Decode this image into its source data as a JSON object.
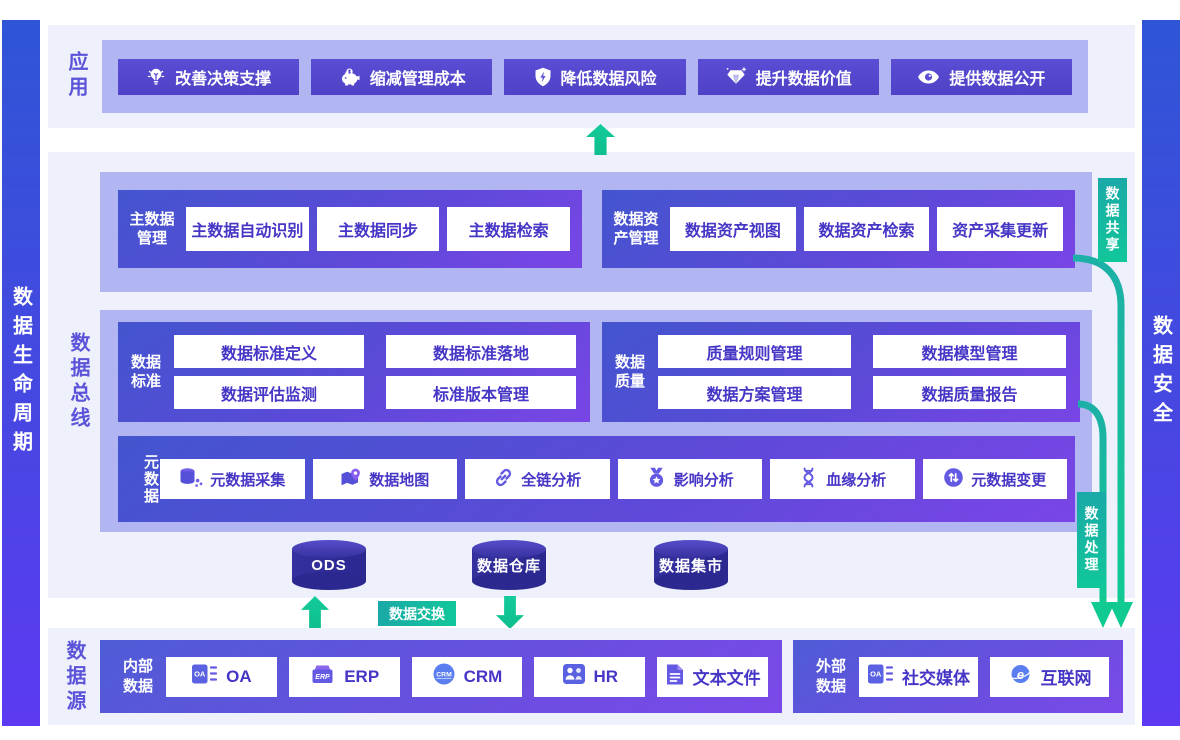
{
  "sidebars": {
    "left_label": "数据生命周期",
    "right_label": "数据安全"
  },
  "app": {
    "section_label": "应用",
    "buttons": [
      {
        "icon": "bulb-icon",
        "label": "改善决策支撑"
      },
      {
        "icon": "piggy-bank-icon",
        "label": "缩减管理成本"
      },
      {
        "icon": "shield-bolt-icon",
        "label": "降低数据风险"
      },
      {
        "icon": "diamond-icon",
        "label": "提升数据价值"
      },
      {
        "icon": "eye-icon",
        "label": "提供数据公开"
      }
    ]
  },
  "flows": {
    "share_tag": "数据共享",
    "process_tag": "数据处理",
    "exchange_tag": "数据交换"
  },
  "mid": {
    "bus_label": "数据总线",
    "master": {
      "label_line1": "主数据",
      "label_line2": "管理",
      "cards": [
        "主数据自动识别",
        "主数据同步",
        "主数据检索"
      ]
    },
    "asset": {
      "label_line1": "数据资",
      "label_line2": "产管理",
      "cards": [
        "数据资产视图",
        "数据资产检索",
        "资产采集更新"
      ]
    },
    "standard": {
      "label_line1": "数据",
      "label_line2": "标准",
      "cards": [
        "数据标准定义",
        "数据标准落地",
        "数据评估监测",
        "标准版本管理"
      ]
    },
    "quality": {
      "label_line1": "数据",
      "label_line2": "质量",
      "cards": [
        "质量规则管理",
        "数据模型管理",
        "数据方案管理",
        "数据质量报告"
      ]
    },
    "meta": {
      "label": "元数据",
      "cards": [
        {
          "icon": "database-scatter-icon",
          "label": "元数据采集"
        },
        {
          "icon": "map-pin-icon",
          "label": "数据地图"
        },
        {
          "icon": "chain-link-icon",
          "label": "全链分析"
        },
        {
          "icon": "medal-star-icon",
          "label": "影响分析"
        },
        {
          "icon": "dna-icon",
          "label": "血缘分析"
        },
        {
          "icon": "circle-change-icon",
          "label": "元数据变更"
        }
      ]
    },
    "storage": [
      "ODS",
      "数据仓库",
      "数据集市"
    ]
  },
  "source": {
    "section_label": "数据源",
    "internal": {
      "label_line1": "内部",
      "label_line2": "数据",
      "cards": [
        {
          "icon": "oa-badge-icon",
          "label": "OA"
        },
        {
          "icon": "erp-box-icon",
          "label": "ERP"
        },
        {
          "icon": "crm-circle-icon",
          "label": "CRM"
        },
        {
          "icon": "hr-people-icon",
          "label": "HR"
        },
        {
          "icon": "text-file-icon",
          "label": "文本文件"
        }
      ]
    },
    "external": {
      "label_line1": "外部",
      "label_line2": "数据",
      "cards": [
        {
          "icon": "social-media-icon",
          "label": "社交媒体"
        },
        {
          "icon": "internet-e-icon",
          "label": "互联网"
        }
      ]
    }
  },
  "colors": {
    "bar_gradient_top": "#2f55d6",
    "bar_gradient_bottom": "#5d3af2",
    "section_bg": "#eef0fc",
    "band_bg": "#b1b6f3",
    "block_gradient_start": "#4355ce",
    "block_gradient_end": "#7a45e6",
    "card_text": "#4636c6",
    "teal": "#14b8a2",
    "green": "#10c795",
    "cylinder": "#2b2890"
  }
}
